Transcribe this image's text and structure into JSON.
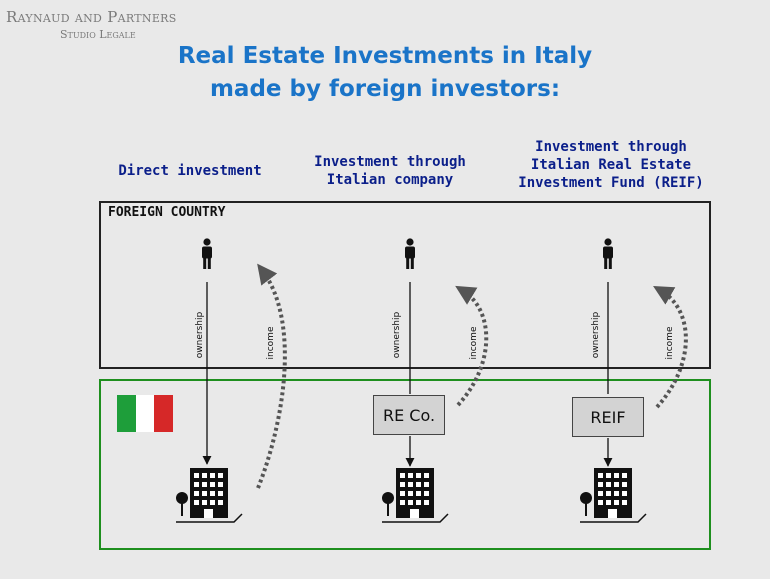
{
  "header": {
    "firm_name": "Raynaud and Partners",
    "firm_sub": "Studio Legale"
  },
  "title": {
    "line1": "Real Estate Investments in Italy",
    "line2": "made by foreign investors:"
  },
  "columns": [
    {
      "heading_lines": [
        "Direct investment"
      ],
      "ownership_label": "ownership",
      "income_label": "income",
      "entity": ""
    },
    {
      "heading_lines": [
        "Investment through",
        "Italian company"
      ],
      "ownership_label": "ownership",
      "income_label": "income",
      "entity": "RE Co."
    },
    {
      "heading_lines": [
        "Investment through",
        "Italian Real Estate",
        "Investment Fund (REIF)"
      ],
      "ownership_label": "ownership",
      "income_label": "income",
      "entity": "REIF"
    }
  ],
  "foreign_country_label": "FOREIGN COUNTRY",
  "colors": {
    "title": "#1a74c8",
    "heading": "#0b1f8a",
    "italy_border": "#1e8f1e",
    "flag_green": "#1e9e3a",
    "flag_white": "#ffffff",
    "flag_red": "#d62828"
  }
}
